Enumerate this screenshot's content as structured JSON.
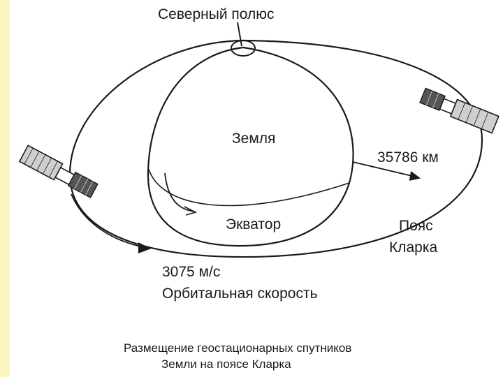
{
  "labels": {
    "north_pole": "Северный полюс",
    "earth": "Земля",
    "distance": "35786 км",
    "equator": "Экватор",
    "belt_line1": "Пояс",
    "belt_line2": "Кларка",
    "speed": "3075 м/с",
    "orbital_speed": "Орбитальная скорость"
  },
  "caption": {
    "line1": "Размещение геостационарных спутников",
    "line2": "Земли на поясе Кларка"
  },
  "colors": {
    "left_bar": "#f9f6c2",
    "ink": "#1a1a1a",
    "panel_fill": "#cfcfcf"
  },
  "icons": [
    "satellite-icon-left",
    "satellite-icon-right"
  ]
}
